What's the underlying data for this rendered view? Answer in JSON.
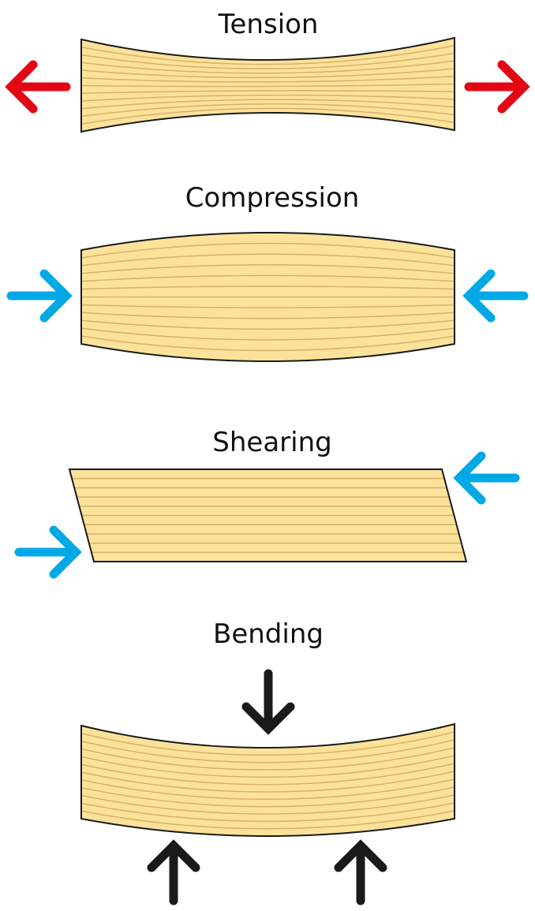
{
  "panels": [
    {
      "label": "Tension",
      "arrow_color": "#e30613"
    },
    {
      "label": "Compression",
      "arrow_color": "#00a9e6"
    },
    {
      "label": "Shearing",
      "arrow_color": "#00a9e6"
    },
    {
      "label": "Bending",
      "arrow_color": "#1a1a1a"
    }
  ],
  "colors": {
    "wood": "#fde39a",
    "grain": "#d9b36d",
    "outline": "#1a1a1a"
  }
}
